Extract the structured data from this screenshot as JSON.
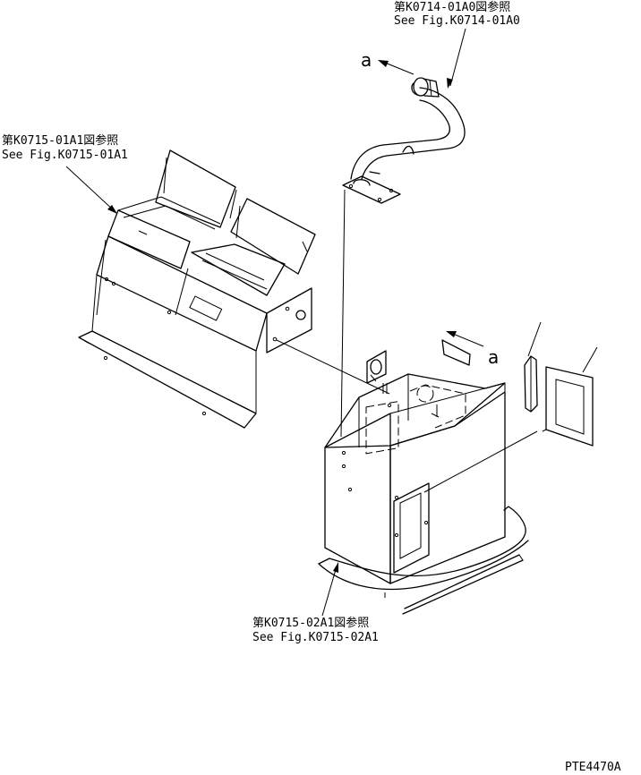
{
  "labels": {
    "hose_ref_jp": "第K0714-01A0図参照",
    "hose_ref_en": "See Fig.K0714-01A0",
    "panel_ref_jp": "第K0715-01A1図参照",
    "panel_ref_en": "See Fig.K0715-01A1",
    "tank_ref_jp": "第K0715-02A1図参照",
    "tank_ref_en": "See Fig.K0715-02A1",
    "arrow_a_top": "a",
    "arrow_a_right": "a",
    "drawing_code": "PTE4470A"
  }
}
